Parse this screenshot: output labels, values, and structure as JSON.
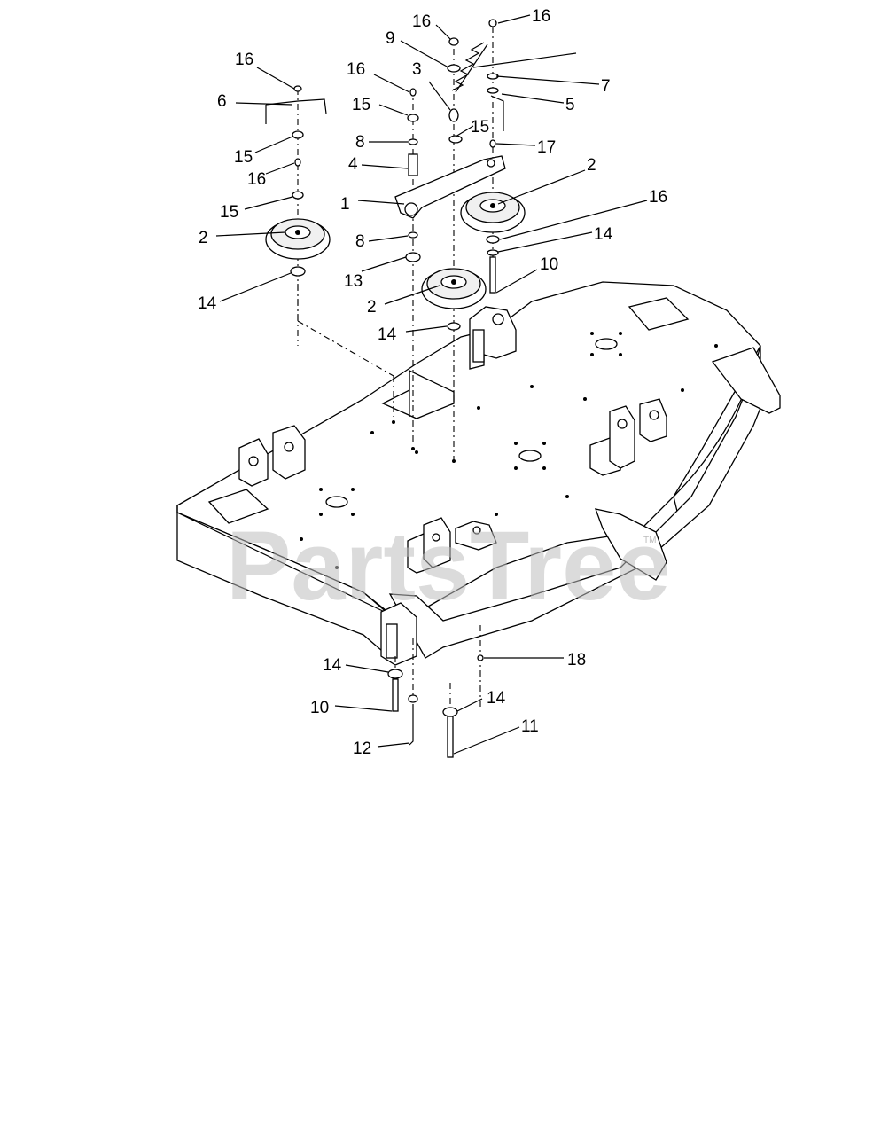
{
  "watermark": "PartsTree",
  "watermark_tm": "TM",
  "callouts": [
    {
      "id": "c1",
      "label": "1"
    },
    {
      "id": "c2a",
      "label": "2"
    },
    {
      "id": "c2b",
      "label": "2"
    },
    {
      "id": "c2c",
      "label": "2"
    },
    {
      "id": "c3",
      "label": "3"
    },
    {
      "id": "c4",
      "label": "4"
    },
    {
      "id": "c5",
      "label": "5"
    },
    {
      "id": "c6",
      "label": "6"
    },
    {
      "id": "c7",
      "label": "7"
    },
    {
      "id": "c8a",
      "label": "8"
    },
    {
      "id": "c8b",
      "label": "8"
    },
    {
      "id": "c9",
      "label": "9"
    },
    {
      "id": "c10a",
      "label": "10"
    },
    {
      "id": "c10b",
      "label": "10"
    },
    {
      "id": "c11",
      "label": "11"
    },
    {
      "id": "c12",
      "label": "12"
    },
    {
      "id": "c13",
      "label": "13"
    },
    {
      "id": "c14a",
      "label": "14"
    },
    {
      "id": "c14b",
      "label": "14"
    },
    {
      "id": "c14c",
      "label": "14"
    },
    {
      "id": "c14d",
      "label": "14"
    },
    {
      "id": "c14e",
      "label": "14"
    },
    {
      "id": "c15a",
      "label": "15"
    },
    {
      "id": "c15b",
      "label": "15"
    },
    {
      "id": "c15c",
      "label": "15"
    },
    {
      "id": "c15d",
      "label": "15"
    },
    {
      "id": "c16a",
      "label": "16"
    },
    {
      "id": "c16b",
      "label": "16"
    },
    {
      "id": "c16c",
      "label": "16"
    },
    {
      "id": "c16d",
      "label": "16"
    },
    {
      "id": "c16e",
      "label": "16"
    },
    {
      "id": "c16f",
      "label": "16"
    },
    {
      "id": "c17",
      "label": "17"
    },
    {
      "id": "c18",
      "label": "18"
    }
  ]
}
